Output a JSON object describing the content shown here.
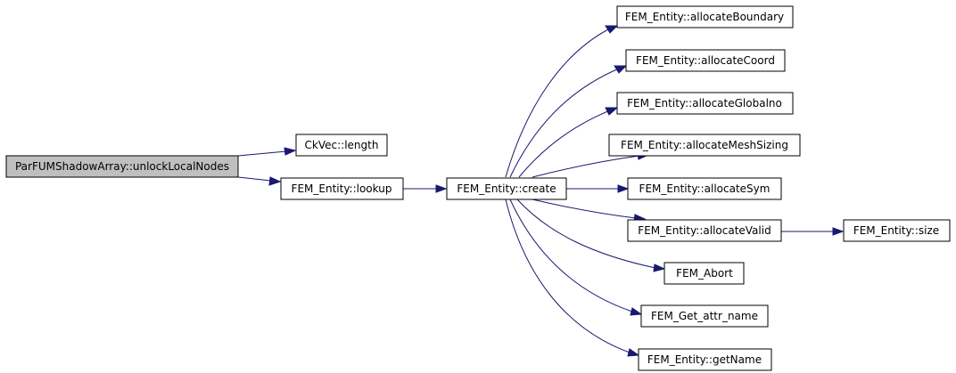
{
  "graph": {
    "edge_color": "#191970",
    "root_fill": "#bfbfbf",
    "node_fill": "#ffffff",
    "nodes": {
      "root": "ParFUMShadowArray::unlockLocalNodes",
      "ckvec_length": "CkVec::length",
      "lookup": "FEM_Entity::lookup",
      "create": "FEM_Entity::create",
      "allocate_boundary": "FEM_Entity::allocateBoundary",
      "allocate_coord": "FEM_Entity::allocateCoord",
      "allocate_globalno": "FEM_Entity::allocateGlobalno",
      "allocate_mesh_sizing": "FEM_Entity::allocateMeshSizing",
      "allocate_sym": "FEM_Entity::allocateSym",
      "allocate_valid": "FEM_Entity::allocateValid",
      "size": "FEM_Entity::size",
      "fem_abort": "FEM_Abort",
      "get_attr_name": "FEM_Get_attr_name",
      "get_name": "FEM_Entity::getName"
    },
    "edges": [
      [
        "root",
        "ckvec_length"
      ],
      [
        "root",
        "lookup"
      ],
      [
        "lookup",
        "create"
      ],
      [
        "create",
        "allocate_boundary"
      ],
      [
        "create",
        "allocate_coord"
      ],
      [
        "create",
        "allocate_globalno"
      ],
      [
        "create",
        "allocate_mesh_sizing"
      ],
      [
        "create",
        "allocate_sym"
      ],
      [
        "create",
        "allocate_valid"
      ],
      [
        "allocate_valid",
        "size"
      ],
      [
        "create",
        "fem_abort"
      ],
      [
        "create",
        "get_attr_name"
      ],
      [
        "create",
        "get_name"
      ]
    ]
  }
}
